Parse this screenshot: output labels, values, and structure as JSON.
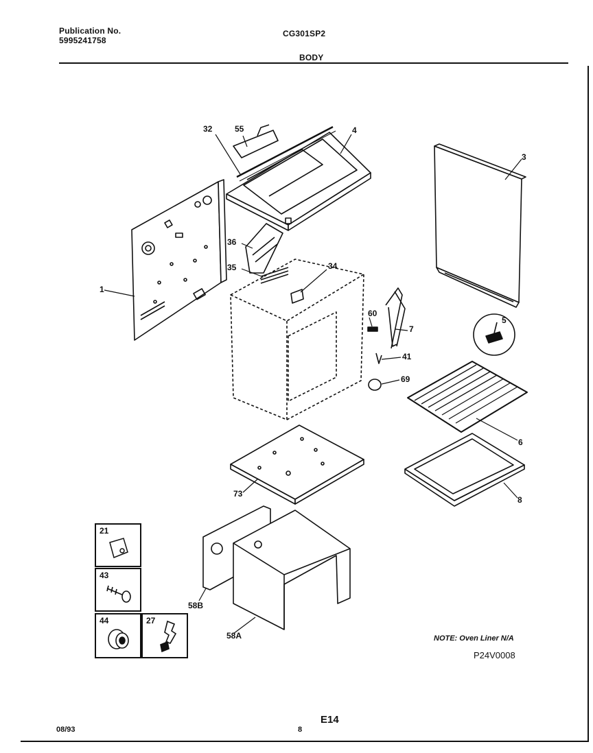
{
  "header": {
    "publication_label": "Publication No.",
    "publication_number": "5995241758",
    "model": "CG301SP2",
    "section": "BODY"
  },
  "parts": {
    "p1": "1",
    "p3": "3",
    "p4": "4",
    "p5": "5",
    "p6": "6",
    "p7": "7",
    "p8": "8",
    "p32": "32",
    "p34": "34",
    "p35": "35",
    "p36": "36",
    "p41": "41",
    "p55": "55",
    "p60": "60",
    "p69": "69",
    "p73": "73",
    "p58A": "58A",
    "p58B": "58B",
    "p21": "21",
    "p43": "43",
    "p44": "44",
    "p27": "27"
  },
  "note": "NOTE: Oven Liner N/A",
  "diagram_code": "P24V0008",
  "footer": {
    "date": "08/93",
    "page_number": "8",
    "page_code": "E14"
  }
}
